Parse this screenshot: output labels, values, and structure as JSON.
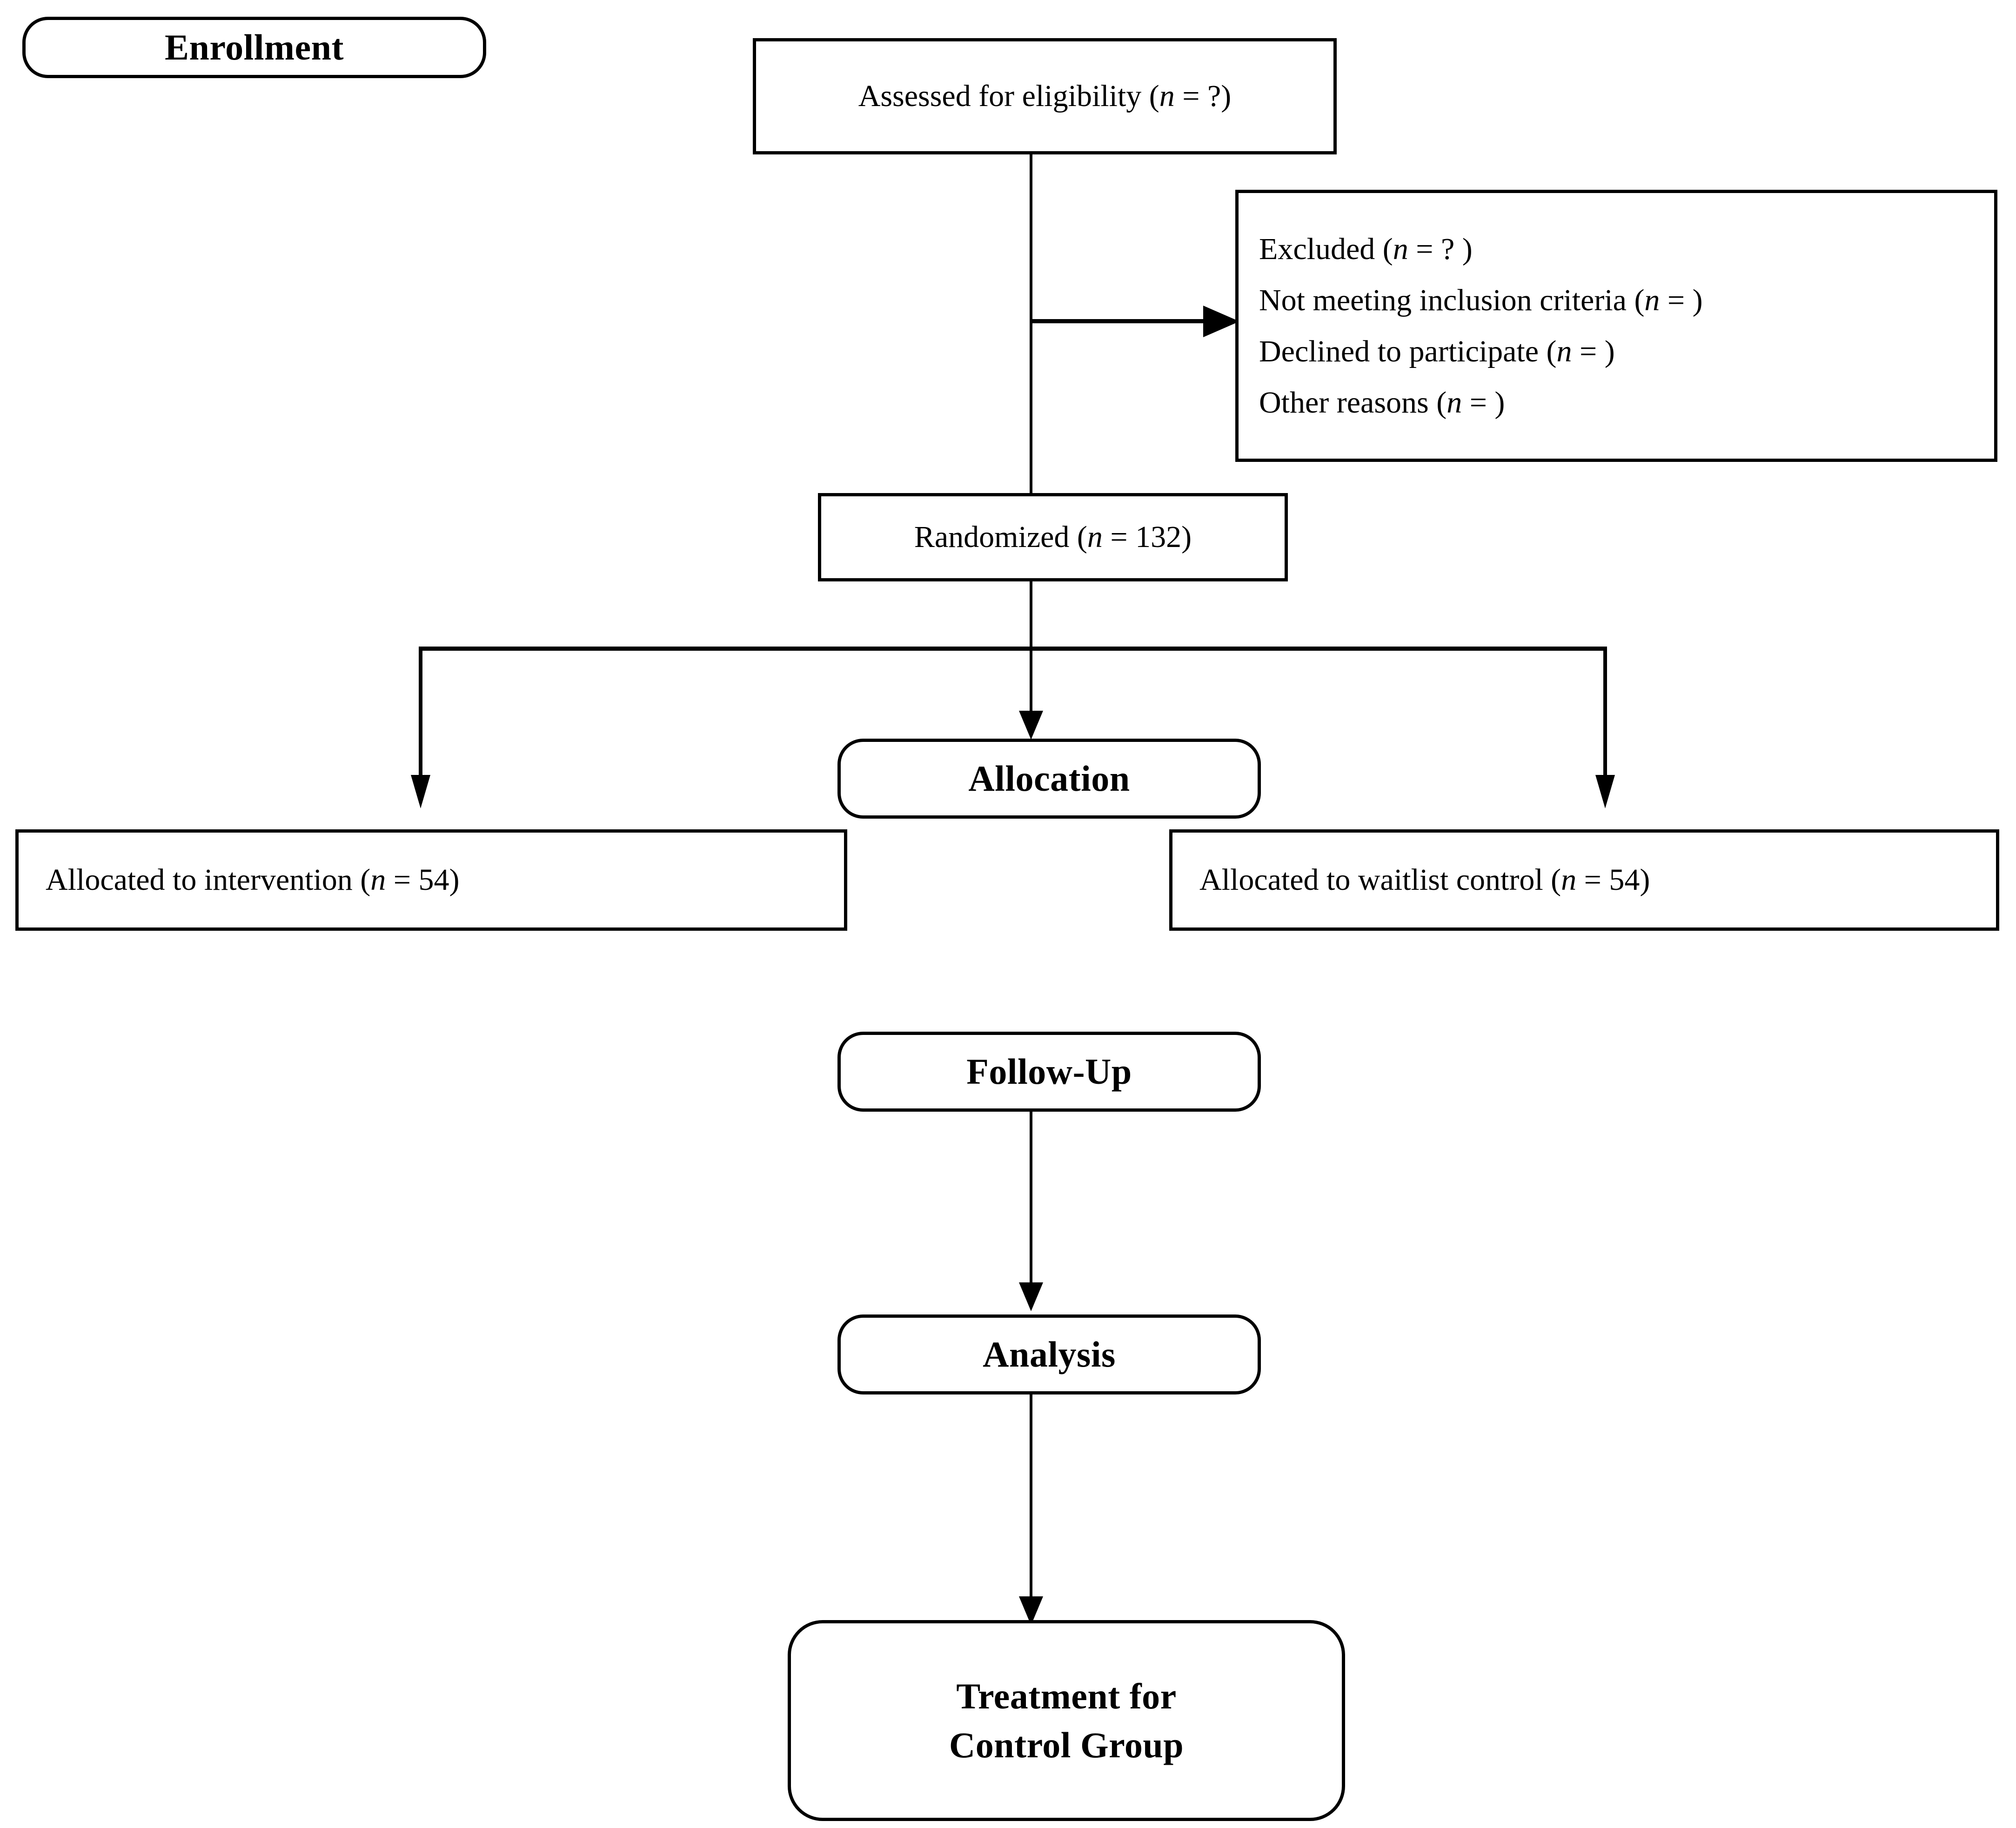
{
  "diagram": {
    "type": "consort-flow-diagram",
    "title": "CONSORT participant flow diagram"
  },
  "stages": {
    "enrollment": "Enrollment",
    "allocation": "Allocation",
    "followup": "Follow-Up",
    "analysis": "Analysis"
  },
  "nodes": {
    "assessed": {
      "prefix": "Assessed for eligibility (",
      "n": "n",
      "value": " = ?)"
    },
    "excluded": {
      "lines": [
        {
          "prefix": "Excluded (",
          "n": "n",
          "value": " = ? )"
        },
        {
          "prefix": "Not meeting inclusion criteria (",
          "n": "n",
          "value": " =  )"
        },
        {
          "prefix": "Declined to participate (",
          "n": "n",
          "value": " =  )"
        },
        {
          "prefix": "Other reasons (",
          "n": "n",
          "value": " =  )"
        }
      ]
    },
    "randomized": {
      "prefix": "Randomized (",
      "n": "n",
      "value": " = 132)"
    },
    "allocated_intervention": {
      "prefix": "Allocated to intervention (",
      "n": "n",
      "value": " = 54)"
    },
    "allocated_control": {
      "prefix": "Allocated to waitlist control (",
      "n": "n",
      "value": " = 54)"
    },
    "treatment_control_group": {
      "line1": "Treatment for",
      "line2": "Control Group"
    }
  },
  "colors": {
    "stroke": "#000000",
    "fill": "#ffffff",
    "text": "#000000"
  }
}
